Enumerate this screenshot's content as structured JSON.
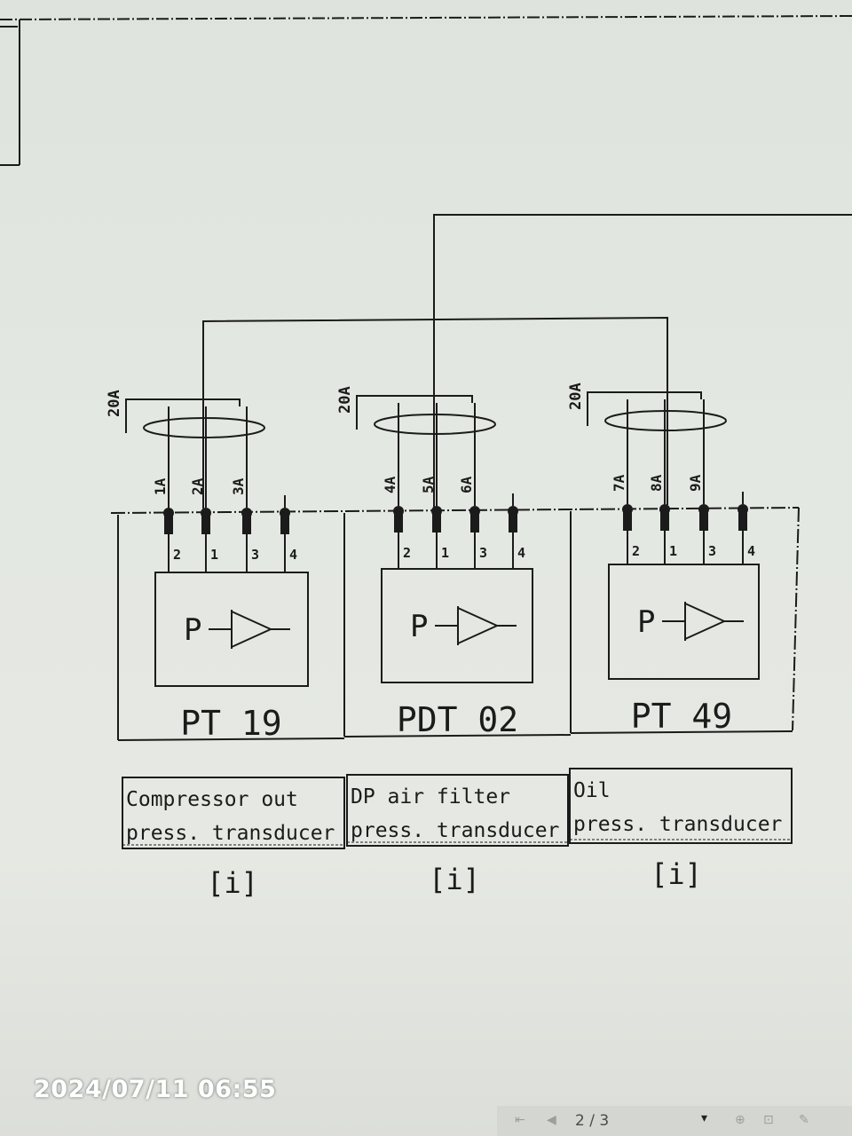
{
  "components": [
    {
      "tag": "PT 19",
      "wire_labels": [
        "1A",
        "2A",
        "3A"
      ],
      "shield_label": "20A",
      "pin_labels": [
        "2",
        "1",
        "3",
        "4"
      ],
      "symbol_text": "P",
      "description_line1": "Compressor out",
      "description_line2": "press. transducer",
      "reference": "[i]"
    },
    {
      "tag": "PDT 02",
      "wire_labels": [
        "4A",
        "5A",
        "6A"
      ],
      "shield_label": "20A",
      "pin_labels": [
        "2",
        "1",
        "3",
        "4"
      ],
      "symbol_text": "P",
      "description_line1": "DP air filter",
      "description_line2": "press. transducer",
      "reference": "[i]"
    },
    {
      "tag": "PT 49",
      "wire_labels": [
        "7A",
        "8A",
        "9A"
      ],
      "shield_label": "20A",
      "pin_labels": [
        "2",
        "1",
        "3",
        "4"
      ],
      "symbol_text": "P",
      "description_line1": "Oil",
      "description_line2": "press. transducer",
      "reference": "[i]"
    }
  ],
  "overlay": {
    "timestamp": "2024/07/11 06:55"
  },
  "viewer": {
    "page_indicator": "2 / 3"
  },
  "colors": {
    "line": "#1b1b1b",
    "background": "#e3e7e1",
    "timestamp": "#ffffff"
  }
}
